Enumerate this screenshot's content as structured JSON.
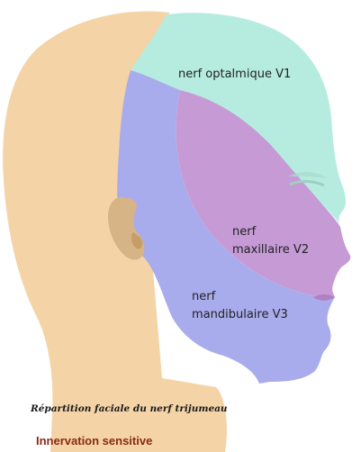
{
  "labels": {
    "v1": "nerf optalmique V1",
    "v2_line1": "nerf",
    "v2_line2": "maxillaire V2",
    "v3_line1": "nerf",
    "v3_line2": "mandibulaire V3"
  },
  "caption": "Répartition faciale du nerf trijumeau",
  "subcaption": "Innervation sensitive",
  "colors": {
    "head": "#f4d3a7",
    "v1": "#b6ecdf",
    "v2": "#c69ad5",
    "v3": "#a9acec",
    "ear": "#d6b486",
    "subcaption": "#8a2a14"
  }
}
